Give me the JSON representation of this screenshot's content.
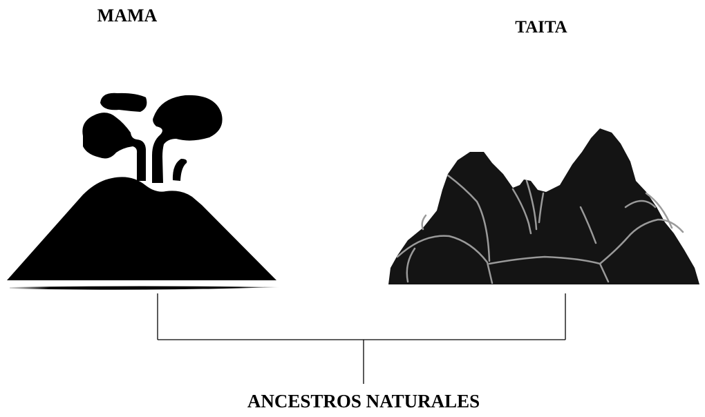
{
  "diagram": {
    "left_parent": {
      "label": "MAMA",
      "icon": "volcano-icon"
    },
    "right_parent": {
      "label": "TAITA",
      "icon": "mountain-range-icon"
    },
    "child": {
      "label": "ANCESTROS NATURALES"
    }
  },
  "colors": {
    "ink": "#000000",
    "mountain_fill": "#141414",
    "mountain_cracks": "#9a9a9a",
    "connector": "#000000",
    "background": "#ffffff"
  }
}
